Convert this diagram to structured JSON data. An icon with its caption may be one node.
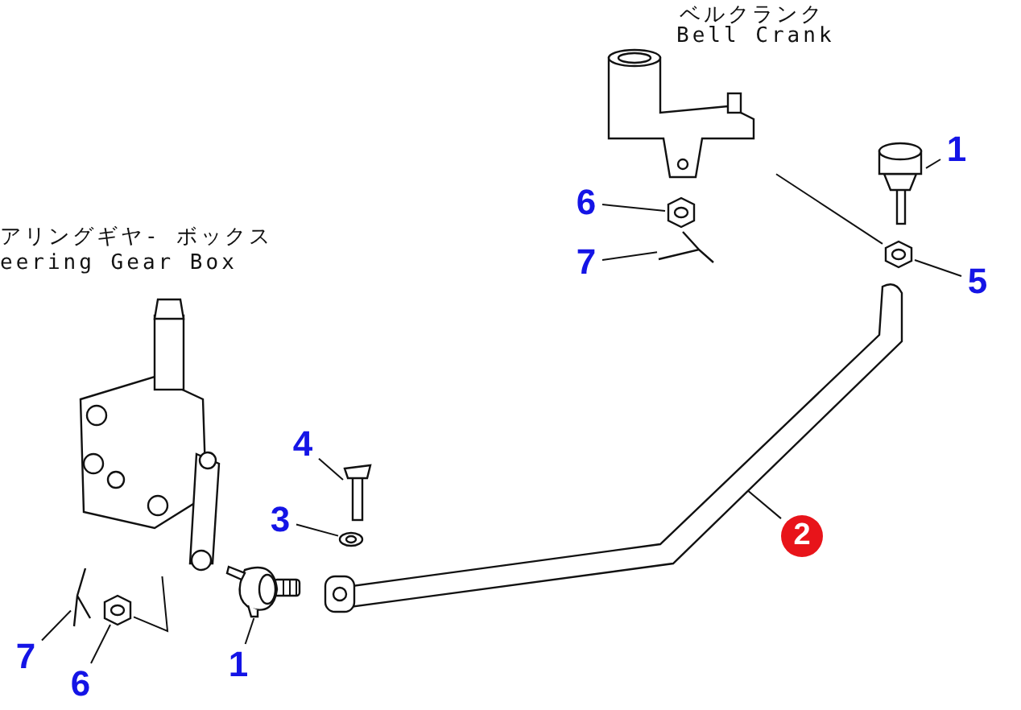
{
  "diagram": {
    "nodes": [
      {
        "text": [
          "1"
        ]
      },
      {
        "text": [],
        "shape": "picture"
      },
      {
        "text": [
          "6"
        ]
      },
      {
        "text": [],
        "shape": "picture"
      },
      {
        "text": [
          "7"
        ]
      },
      {
        "text": [],
        "shape": "picture"
      },
      {
        "text": [
          "5"
        ]
      },
      {
        "text": [],
        "shape": "picture"
      },
      {
        "text": [],
        "shape": "picture"
      },
      {
        "text": [],
        "shape": "picture"
      },
      {
        "text": [
          "4"
        ]
      },
      {
        "text": [],
        "shape": "picture"
      },
      {
        "text": [
          "3"
        ]
      },
      {
        "text": [],
        "shape": "picture"
      },
      {
        "text": [
          "2"
        ]
      },
      {
        "text": [],
        "shape": "picture"
      },
      {
        "text": [
          "7"
        ]
      },
      {
        "text": [],
        "shape": "picture"
      },
      {
        "text": [
          "6"
        ]
      },
      {
        "text": [],
        "shape": "picture"
      },
      {
        "text": [
          "1"
        ]
      },
      {
        "text": [],
        "shape": "picture"
      }
    ],
    "edges": [
      {
        "from": 0,
        "to": 1,
        "arrow": "none"
      },
      {
        "from": 2,
        "to": 3,
        "arrow": "none"
      },
      {
        "from": 4,
        "to": 5,
        "arrow": "none"
      },
      {
        "from": 6,
        "to": 7,
        "arrow": "none"
      },
      {
        "from": 8,
        "to": 7,
        "arrow": "none"
      },
      {
        "from": 10,
        "to": 11,
        "arrow": "none"
      },
      {
        "from": 12,
        "to": 13,
        "arrow": "none"
      },
      {
        "from": 14,
        "to": 15,
        "arrow": "none"
      },
      {
        "from": 16,
        "to": 17,
        "arrow": "none"
      },
      {
        "from": 18,
        "to": 19,
        "arrow": "none"
      },
      {
        "from": 9,
        "to": 19,
        "arrow": "none"
      },
      {
        "from": 20,
        "to": 21,
        "arrow": "none"
      }
    ],
    "labels": [
      "ベルクランク",
      "Bell Crank",
      "アリングギヤ- ボックス",
      "eering Gear Box"
    ]
  }
}
